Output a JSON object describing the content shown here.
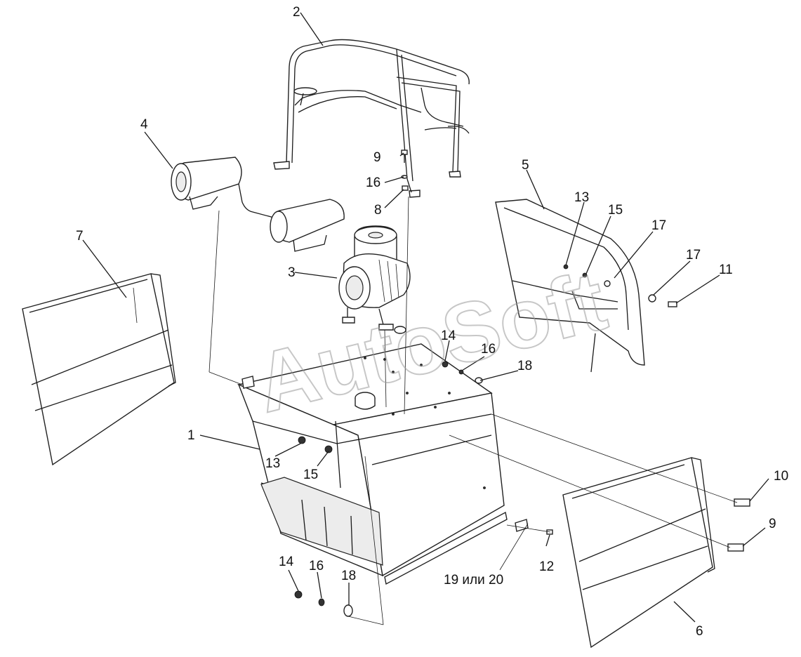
{
  "watermark": "AutoSoft",
  "callouts": [
    {
      "id": "c1",
      "text": "1"
    },
    {
      "id": "c2",
      "text": "2"
    },
    {
      "id": "c3",
      "text": "3"
    },
    {
      "id": "c4",
      "text": "4"
    },
    {
      "id": "c5",
      "text": "5"
    },
    {
      "id": "c6",
      "text": "6"
    },
    {
      "id": "c7",
      "text": "7"
    },
    {
      "id": "c8",
      "text": "8"
    },
    {
      "id": "c9a",
      "text": "9"
    },
    {
      "id": "c9b",
      "text": "9"
    },
    {
      "id": "c10",
      "text": "10"
    },
    {
      "id": "c11",
      "text": "11"
    },
    {
      "id": "c12",
      "text": "12"
    },
    {
      "id": "c13a",
      "text": "13"
    },
    {
      "id": "c13b",
      "text": "13"
    },
    {
      "id": "c14a",
      "text": "14"
    },
    {
      "id": "c14b",
      "text": "14"
    },
    {
      "id": "c15a",
      "text": "15"
    },
    {
      "id": "c15b",
      "text": "15"
    },
    {
      "id": "c16a",
      "text": "16"
    },
    {
      "id": "c16b",
      "text": "16"
    },
    {
      "id": "c16c",
      "text": "16"
    },
    {
      "id": "c17a",
      "text": "17"
    },
    {
      "id": "c17b",
      "text": "17"
    },
    {
      "id": "c18a",
      "text": "18"
    },
    {
      "id": "c18b",
      "text": "18"
    },
    {
      "id": "c1920",
      "text": "19 или 20"
    }
  ]
}
